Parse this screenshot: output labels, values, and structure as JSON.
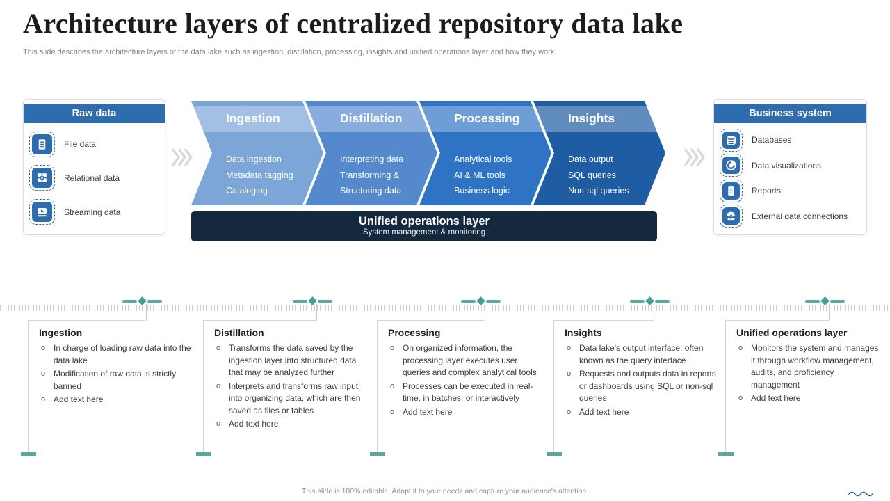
{
  "slide": {
    "title": "Architecture layers of centralized repository data lake",
    "subtitle": "This slide describes the architecture layers of the data lake such as ingestion, distillation, processing, insights and unified operations layer and how they work.",
    "footer": "This slide is 100% editable. Adapt it to your needs and capture your audience's attention."
  },
  "raw_data_panel": {
    "header": "Raw data",
    "items": [
      {
        "icon": "file-data-icon",
        "label": "File data"
      },
      {
        "icon": "relational-data-icon",
        "label": "Relational data"
      },
      {
        "icon": "streaming-data-icon",
        "label": "Streaming data"
      }
    ]
  },
  "business_panel": {
    "header": "Business system",
    "items": [
      {
        "icon": "database-icon",
        "label": "Databases"
      },
      {
        "icon": "data-visualization-icon",
        "label": "Data visualizations"
      },
      {
        "icon": "report-icon",
        "label": "Reports"
      },
      {
        "icon": "external-connection-icon",
        "label": "External data connections"
      }
    ]
  },
  "pipeline": {
    "arrows": [
      {
        "title": "Ingestion",
        "color": "#7CA5D8",
        "lines": [
          "Data ingestion",
          "Metadata tagging",
          "Cataloging"
        ]
      },
      {
        "title": "Distillation",
        "color": "#5489CE",
        "lines": [
          "Interpreting data",
          "Transforming &",
          "Structuring data"
        ]
      },
      {
        "title": "Processing",
        "color": "#2F74C4",
        "lines": [
          "Analytical tools",
          "AI & ML tools",
          "Business logic"
        ]
      },
      {
        "title": "Insights",
        "color": "#1E5CA3",
        "lines": [
          "Data output",
          "SQL queries",
          "Non-sql queries"
        ]
      }
    ],
    "unified_bar": {
      "title": "Unified operations layer",
      "subtitle": "System management & monitoring",
      "color": "#14293E"
    }
  },
  "detail_columns": [
    {
      "heading": "Ingestion",
      "bullets": [
        "In charge of loading raw data into the data lake",
        "Modification of raw data is strictly banned",
        "Add text here"
      ]
    },
    {
      "heading": "Distillation",
      "bullets": [
        "Transforms the data saved by the ingestion layer into structured data that may be analyzed further",
        "Interprets and transforms raw input into organizing data, which are then saved as files or tables",
        "Add text here"
      ]
    },
    {
      "heading": "Processing",
      "bullets": [
        "On organized information, the processing layer executes user queries and complex analytical tools",
        "Processes can be executed in real-time, in batches, or interactively",
        "Add text here"
      ]
    },
    {
      "heading": "Insights",
      "bullets": [
        "Data lake's output interface, often known as the query interface",
        "Requests and outputs data in reports or dashboards using SQL or non-sql queries",
        "Add text here"
      ]
    },
    {
      "heading": "Unified operations layer",
      "bullets": [
        "Monitors the system and manages it through workflow management, audits, and proficiency management",
        "Add text here"
      ]
    }
  ],
  "colors": {
    "panel_header_blue": "#2D6CAE",
    "icon_blue": "#2D6CAE",
    "teal_marker": "#55AD9F",
    "unified_bar_navy": "#14293E",
    "ruler_gray": "#CFCFCF"
  }
}
